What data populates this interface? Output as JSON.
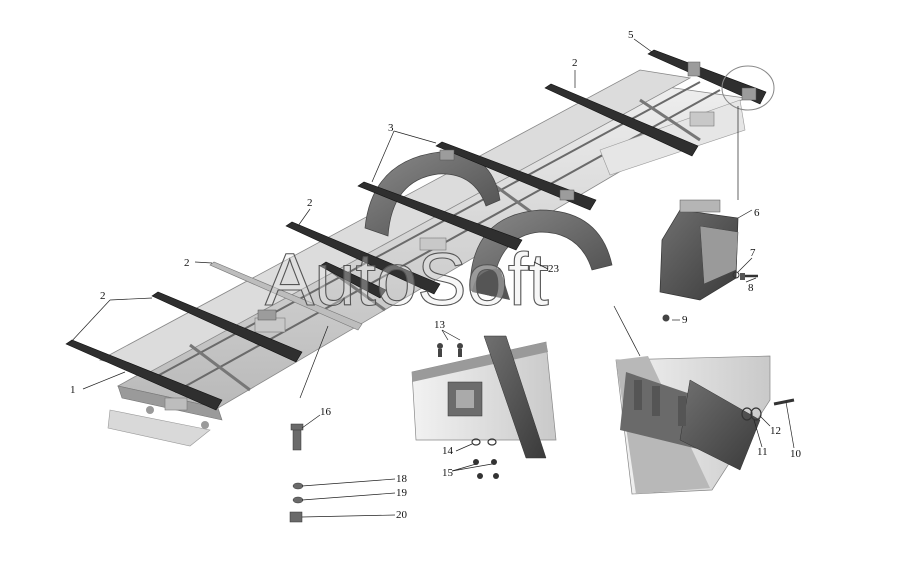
{
  "diagram": {
    "watermark": "AutoSoft",
    "callouts": {
      "c1": "1",
      "c2a": "2",
      "c2b": "2",
      "c2c": "2",
      "c2d": "2",
      "c3": "3",
      "c5": "5",
      "c6": "6",
      "c7": "7",
      "c8": "8",
      "c9": "9",
      "c10": "10",
      "c11": "11",
      "c12": "12",
      "c13": "13",
      "c14": "14",
      "c15": "15",
      "c16": "16",
      "c18": "18",
      "c19": "19",
      "c20": "20",
      "c23": "23"
    }
  }
}
